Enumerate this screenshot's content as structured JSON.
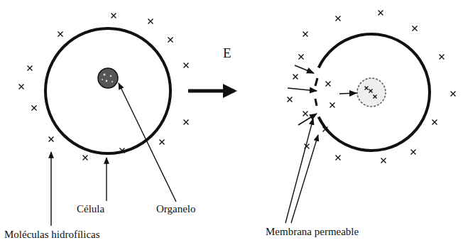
{
  "diagram": {
    "labels": [
      "E",
      "Organelo",
      "Membrana permeable",
      "Célula",
      "Moléculas hidrofílicas"
    ]
  }
}
